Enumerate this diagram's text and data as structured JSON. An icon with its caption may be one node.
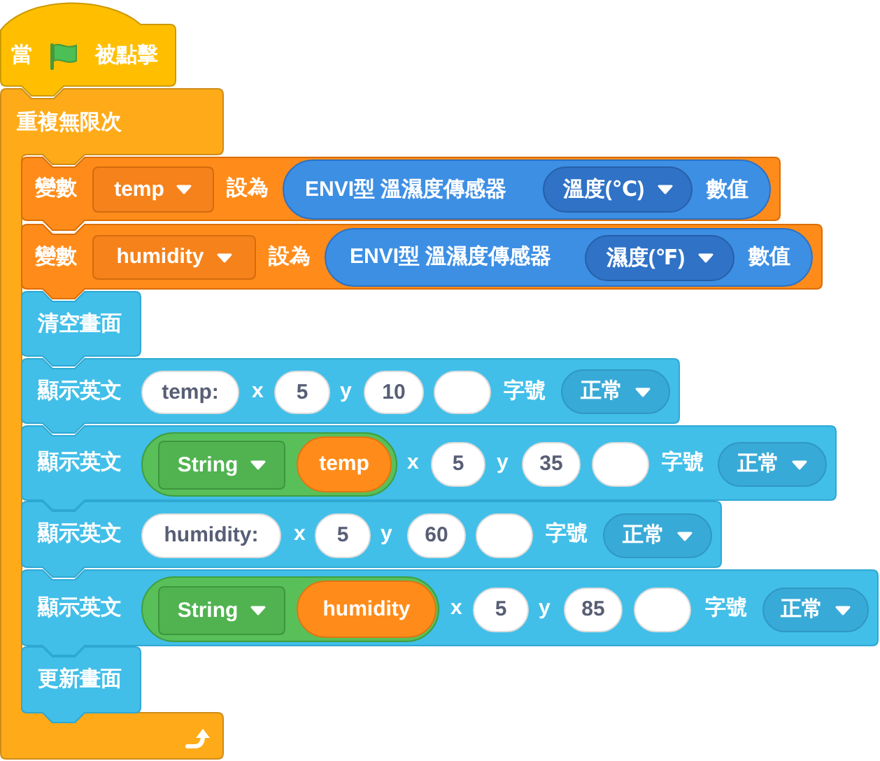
{
  "diagram": {
    "nodes": [
      {
        "text": [
          "當",
          "被點擊"
        ]
      },
      {
        "text": [
          "重複無限次"
        ]
      },
      {
        "text": [
          "變數",
          "設為"
        ]
      },
      {
        "text": [
          "temp"
        ],
        "in": 2
      },
      {
        "text": [
          "ENVI型 溫濕度傳感器",
          "數值"
        ],
        "in": 2
      },
      {
        "text": [
          "溫度(℃)"
        ],
        "in": 4
      },
      {
        "text": [
          "變數",
          "設為"
        ]
      },
      {
        "text": [
          "humidity"
        ],
        "in": 6
      },
      {
        "text": [
          "ENVI型 溫濕度傳感器",
          "數值"
        ],
        "in": 6
      },
      {
        "text": [
          "濕度(℉)"
        ],
        "in": 8
      },
      {
        "text": [
          "清空畫面"
        ]
      },
      {
        "text": [
          "顯示英文",
          "x",
          "y",
          "字號"
        ]
      },
      {
        "text": [
          "temp:"
        ],
        "in": 11
      },
      {
        "text": [
          "5"
        ],
        "in": 11
      },
      {
        "text": [
          "10"
        ],
        "in": 11
      },
      {
        "text": [],
        "shape": "oval",
        "in": 11
      },
      {
        "text": [
          "正常"
        ],
        "in": 11
      },
      {
        "text": [
          "顯示英文",
          "x",
          "y",
          "字號"
        ]
      },
      {
        "text": [],
        "shape": "oval",
        "in": 17
      },
      {
        "text": [
          "String"
        ],
        "in": 18
      },
      {
        "text": [
          "temp"
        ],
        "in": 18
      },
      {
        "text": [
          "5"
        ],
        "in": 17
      },
      {
        "text": [
          "35"
        ],
        "in": 17
      },
      {
        "text": [],
        "shape": "oval",
        "in": 17
      },
      {
        "text": [
          "正常"
        ],
        "in": 17
      },
      {
        "text": [
          "顯示英文",
          "x",
          "y",
          "字號"
        ]
      },
      {
        "text": [
          "humidity:"
        ],
        "in": 25
      },
      {
        "text": [
          "5"
        ],
        "in": 25
      },
      {
        "text": [
          "60"
        ],
        "in": 25
      },
      {
        "text": [],
        "shape": "oval",
        "in": 25
      },
      {
        "text": [
          "正常"
        ],
        "in": 25
      },
      {
        "text": [
          "顯示英文",
          "x",
          "y",
          "字號"
        ]
      },
      {
        "text": [],
        "shape": "oval",
        "in": 31
      },
      {
        "text": [
          "String"
        ],
        "in": 32
      },
      {
        "text": [
          "humidity"
        ],
        "in": 32
      },
      {
        "text": [
          "5"
        ],
        "in": 31
      },
      {
        "text": [
          "85"
        ],
        "in": 31
      },
      {
        "text": [],
        "shape": "oval",
        "in": 31
      },
      {
        "text": [
          "正常"
        ],
        "in": 31
      },
      {
        "text": [
          "更新畫面"
        ]
      }
    ]
  }
}
